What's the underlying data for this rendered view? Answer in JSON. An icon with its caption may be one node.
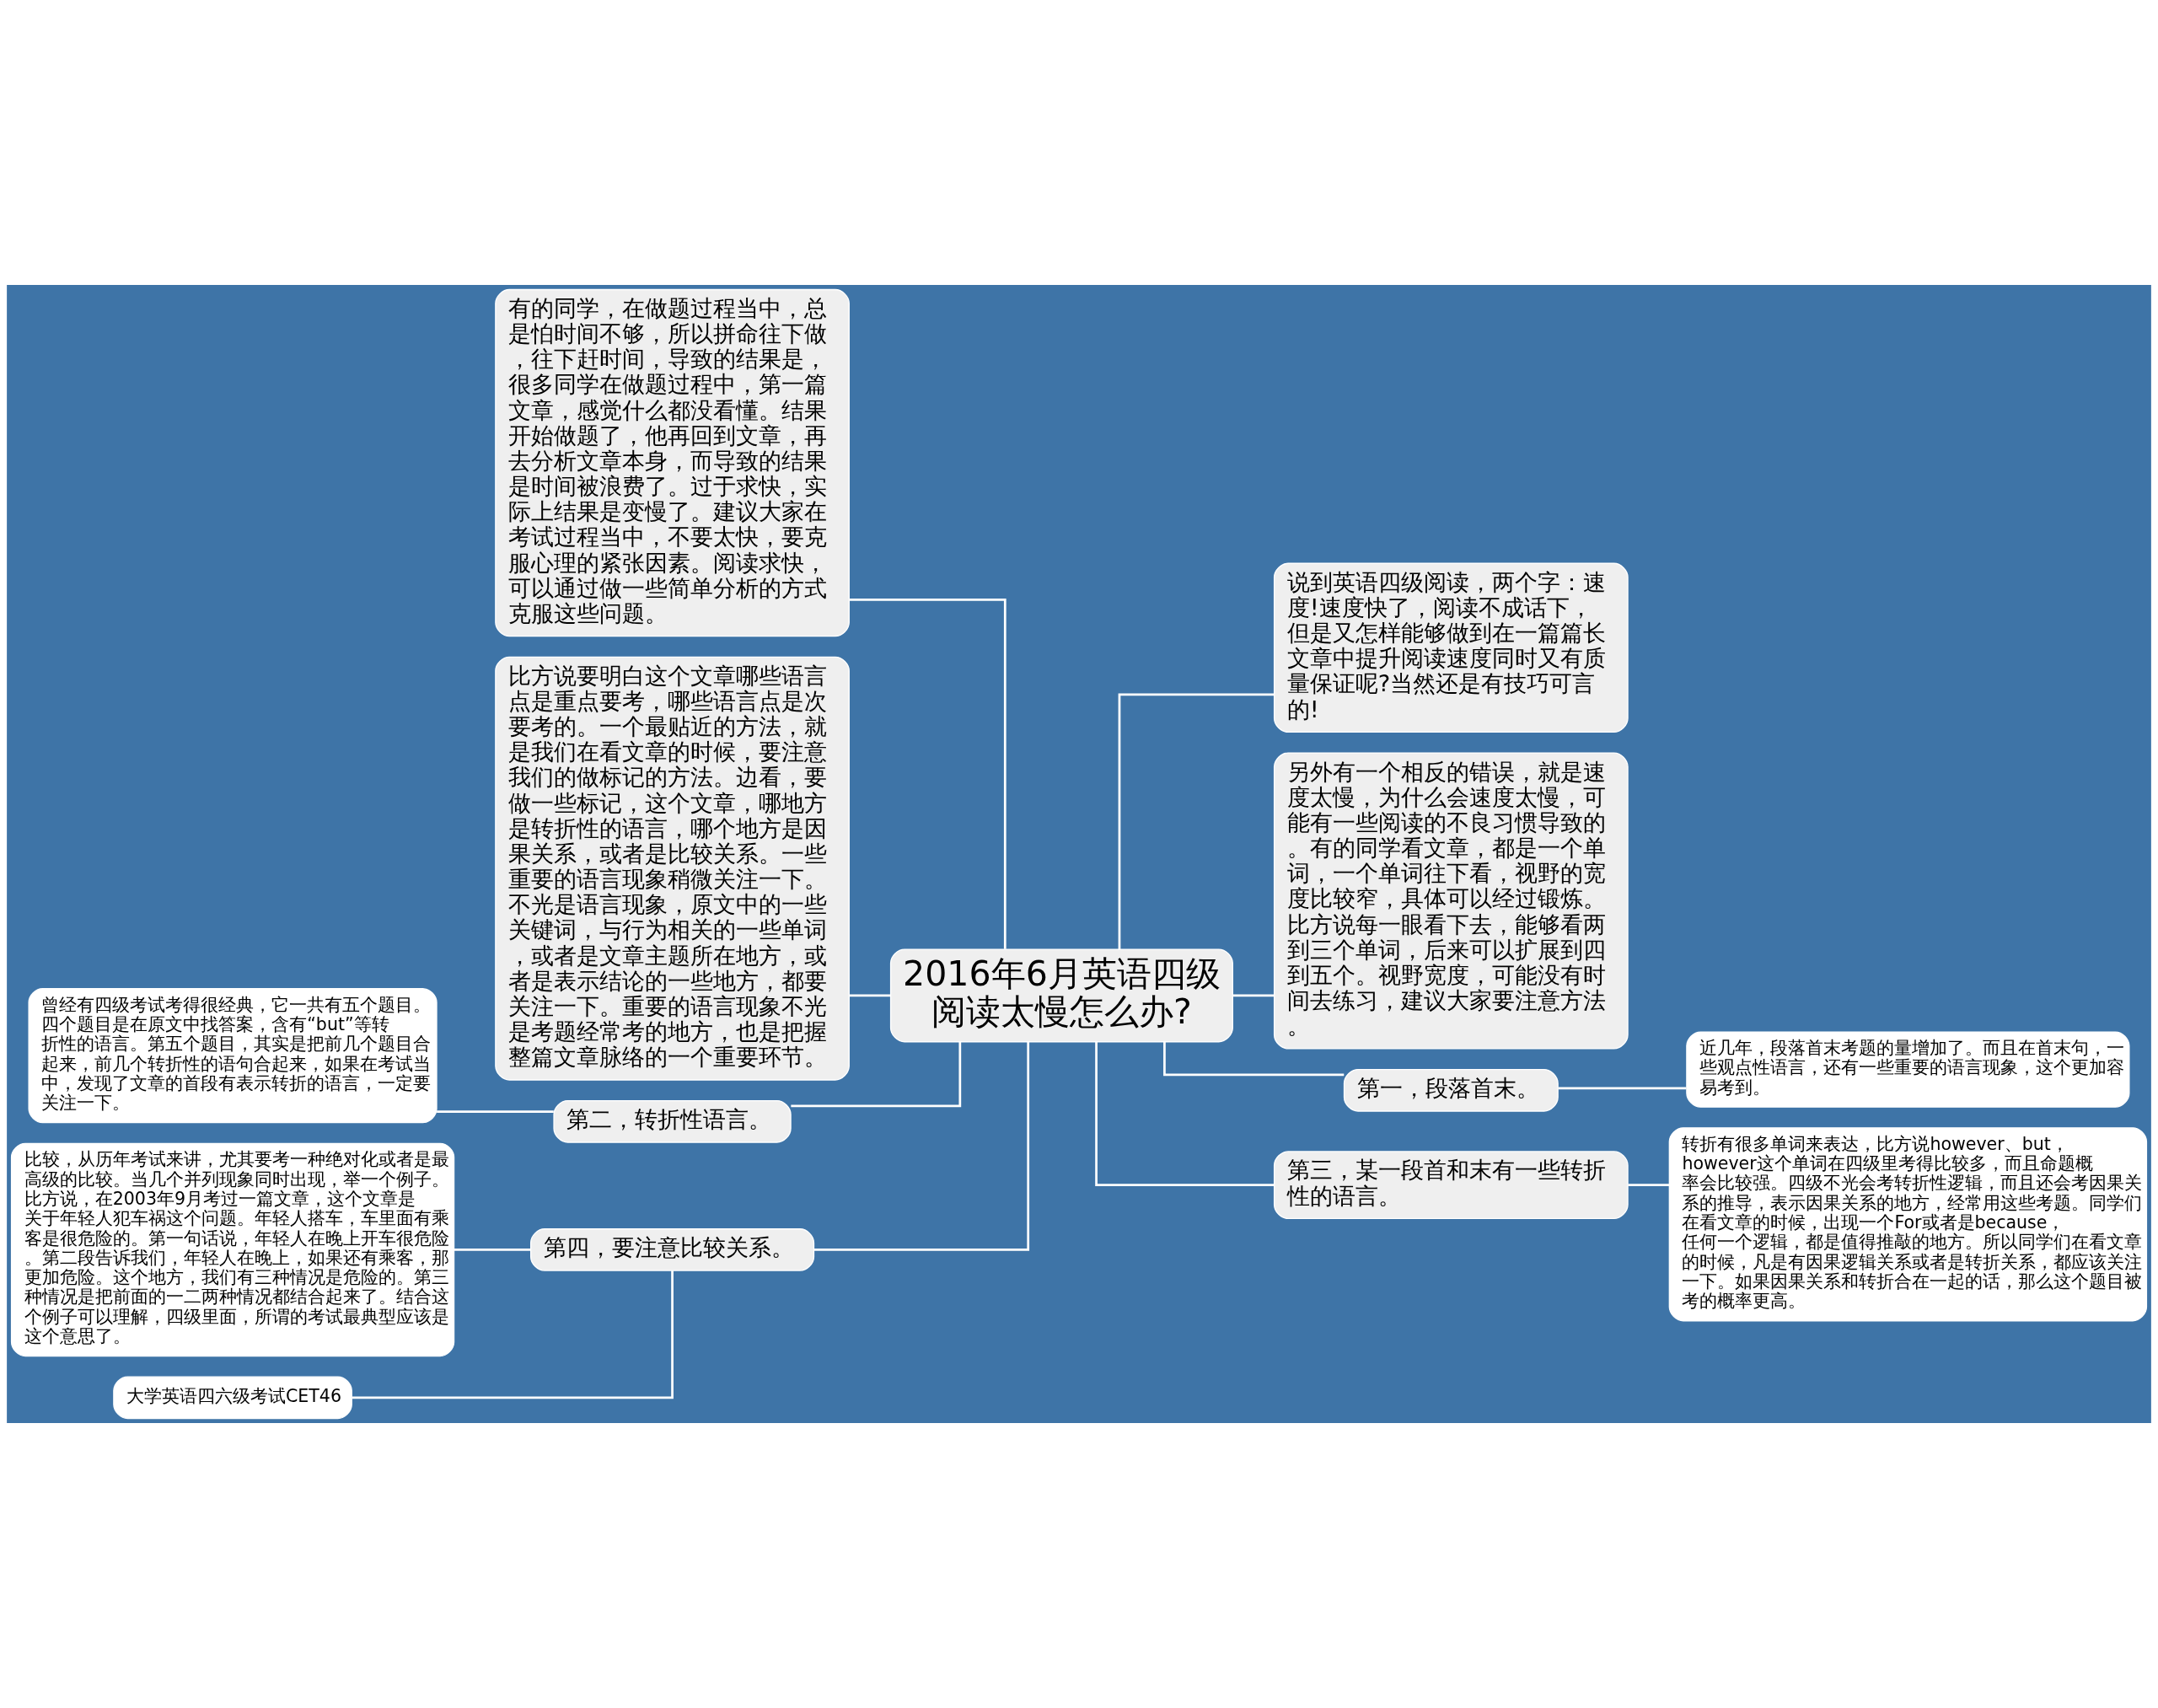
{
  "diagram": {
    "nodes": [
      {
        "text": [
          "2016年6月英语四级阅读太慢怎么办?"
        ]
      },
      {
        "text": [
          "有的同学，在做题过程当中，总是怕时间不够，所以拼命往下做，往下赶时间，导致的结果是，很多同学在做题过程中，第一篇文章，感觉什么都没看懂。结果开始做题了，他再回到文章，再去分析文章本身，而导致的结果是时间被浪费了。过于求快，实际上结果是变慢了。建议大家在考试过程当中，不要太快，要克服心理的紧张因素。阅读求快，可以通过做一些简单分析的方式克服这些问题。"
        ]
      },
      {
        "text": [
          "比方说要明白这个文章哪些语言点是重点要考，哪些语言点是次要考的。一个最贴近的方法，就是我们在看文章的时候，要注意我们的做标记的方法。边看，要做一些标记，这个文章，哪地方是转折性的语言，哪个地方是因果关系，或者是比较关系。一些重要的语言现象稍微关注一下。不光是语言现象，原文中的一些关键词，与行为相关的一些单词，或者是文章主题所在地方，或者是表示结论的一些地方，都要关注一下。重要的语言现象不光是考题经常考的地方，也是把握整篇文章脉络的一个重要环节。"
        ]
      },
      {
        "text": [
          "曾经有四级考试考得很经典，它一共有五个题目。四个题目是在原文中找答案，含有“but”等转折性的语言。第五个题目，其实是把前几个题目合起来，前几个转折性的语句合起来，如果在考试当中，发现了文章的首段有表示转折的语言，一定要关注一下。"
        ]
      },
      {
        "text": [
          "第二，转折性语言。"
        ]
      },
      {
        "text": [
          "比较，从历年考试来讲，尤其要考一种绝对化或者是最高级的比较。当几个并列现象同时出现，举一个例子。比方说，在2003年9月考过一篇文章，这个文章是关于年轻人犯车祸这个问题。年轻人搭车，车里面有乘客是很危险的。第一句话说，年轻人在晚上开车很危险。第二段告诉我们，年轻人在晚上，如果还有乘客，那更加危险。这个地方，我们有三种情况是危险的。第三种情况是把前面的一二两种情况都结合起来了。结合这个例子可以理解，四级里面，所谓的考试最典型应该是这个意思了。"
        ]
      },
      {
        "text": [
          "第四，要注意比较关系。"
        ]
      },
      {
        "text": [
          "大学英语四六级考试CET46"
        ]
      },
      {
        "text": [
          "说到英语四级阅读，两个字：速度!速度快了，阅读不成话下，但是又怎样能够做到在一篇篇长文章中提升阅读速度同时又有质量保证呢?当然还是有技巧可言的!"
        ]
      },
      {
        "text": [
          "另外有一个相反的错误，就是速度太慢，为什么会速度太慢，可能有一些阅读的不良习惯导致的。有的同学看文章，都是一个单词，一个单词往下看，视野的宽度比较窄，具体可以经过锻炼。比方说每一眼看下去，能够看两到三个单词，后来可以扩展到四到五个。视野宽度，可能没有时间去练习，建议大家要注意方法。"
        ]
      },
      {
        "text": [
          "第一，段落首末。"
        ]
      },
      {
        "text": [
          "近几年，段落首末考题的量增加了。而且在首末句，一些观点性语言，还有一些重要的语言现象，这个更加容易考到。"
        ]
      },
      {
        "text": [
          "第三，某一段首和末有一些转折性的语言。"
        ]
      },
      {
        "text": [
          "转折有很多单词来表达，比方说however、but，however这个单词在四级里考得比较多，而且命题概率会比较强。四级不光会考转折性逻辑，而且还会考因果关系的推导，表示因果关系的地方，经常用这些考题。同学们在看文章的时候，出现一个For或者是because，任何一个逻辑，都是值得推敲的地方。所以同学们在看文章的时候，凡是有因果逻辑关系或者是转折关系，都应该关注一下。如果因果关系和转折合在一起的话，那么这个题目被考的概率更高。"
        ]
      }
    ],
    "edges": [
      {
        "from": 1,
        "to": 0,
        "arrow": "none"
      },
      {
        "from": 2,
        "to": 0,
        "arrow": "none"
      },
      {
        "from": 3,
        "to": 4,
        "arrow": "none"
      },
      {
        "from": 4,
        "to": 0,
        "arrow": "none"
      },
      {
        "from": 5,
        "to": 6,
        "arrow": "none"
      },
      {
        "from": 6,
        "to": 0,
        "arrow": "none"
      },
      {
        "from": 7,
        "to": 6,
        "arrow": "none"
      },
      {
        "from": 0,
        "to": 8,
        "arrow": "none"
      },
      {
        "from": 0,
        "to": 9,
        "arrow": "none"
      },
      {
        "from": 0,
        "to": 10,
        "arrow": "none"
      },
      {
        "from": 10,
        "to": 11,
        "arrow": "none"
      },
      {
        "from": 0,
        "to": 12,
        "arrow": "none"
      },
      {
        "from": 12,
        "to": 13,
        "arrow": "none"
      }
    ]
  }
}
